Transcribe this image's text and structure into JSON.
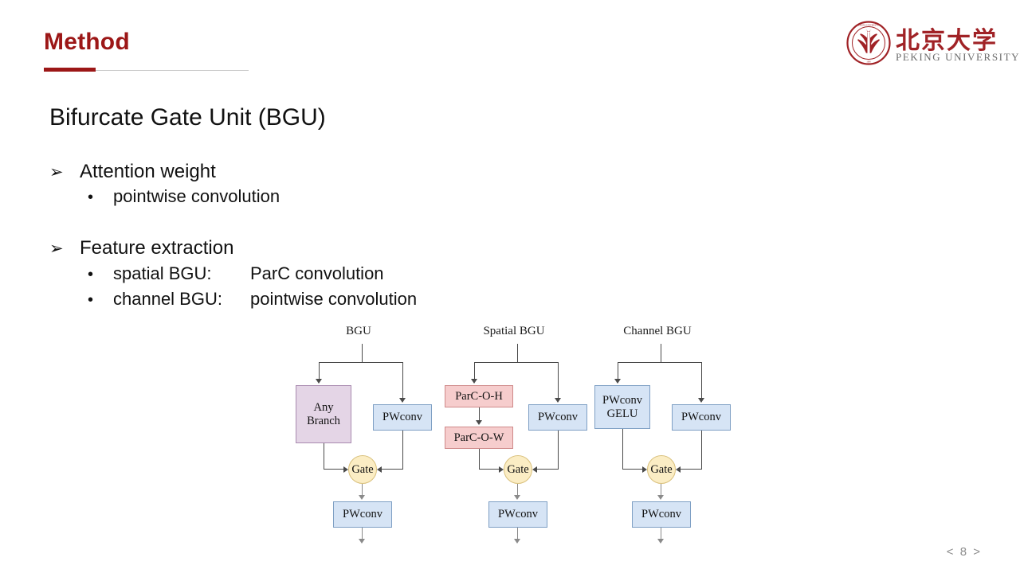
{
  "header": {
    "title": "Method",
    "accent_color": "#9c1717",
    "rule_color": "#c9c9c9"
  },
  "logo": {
    "name_cn": "北京大学",
    "name_en": "PEKING UNIVERSITY",
    "seal_color": "#a02226"
  },
  "content": {
    "heading": "Bifurcate Gate Unit (BGU)",
    "bullets": [
      {
        "marker": "➢",
        "text": "Attention weight",
        "subs": [
          {
            "marker": "•",
            "label": "pointwise convolution",
            "value": ""
          }
        ]
      },
      {
        "marker": "➢",
        "text": "Feature extraction",
        "subs": [
          {
            "marker": "•",
            "label": "spatial BGU:",
            "value": "ParC convolution"
          },
          {
            "marker": "•",
            "label": "channel BGU:",
            "value": "pointwise convolution"
          }
        ]
      }
    ]
  },
  "diagram": {
    "columns": [
      {
        "title": "BGU",
        "left_node": "Any\nBranch",
        "left_node_line1": "Any",
        "left_node_line2": "Branch",
        "left_node_color": "#e4d5e6",
        "mid_node": "",
        "right_node": "PWconv",
        "gate": "Gate",
        "output_node": "PWconv"
      },
      {
        "title": "Spatial BGU",
        "left_node": "ParC-O-H",
        "mid_node": "ParC-O-W",
        "left_node_color": "#f6cdcd",
        "right_node": "PWconv",
        "gate": "Gate",
        "output_node": "PWconv"
      },
      {
        "title": "Channel BGU",
        "left_node_line1": "PWconv",
        "left_node_line2": "GELU",
        "left_node_color": "#d6e4f5",
        "mid_node": "",
        "right_node": "PWconv",
        "gate": "Gate",
        "output_node": "PWconv"
      }
    ]
  },
  "footer": {
    "page_indicator": "< 8 >"
  }
}
